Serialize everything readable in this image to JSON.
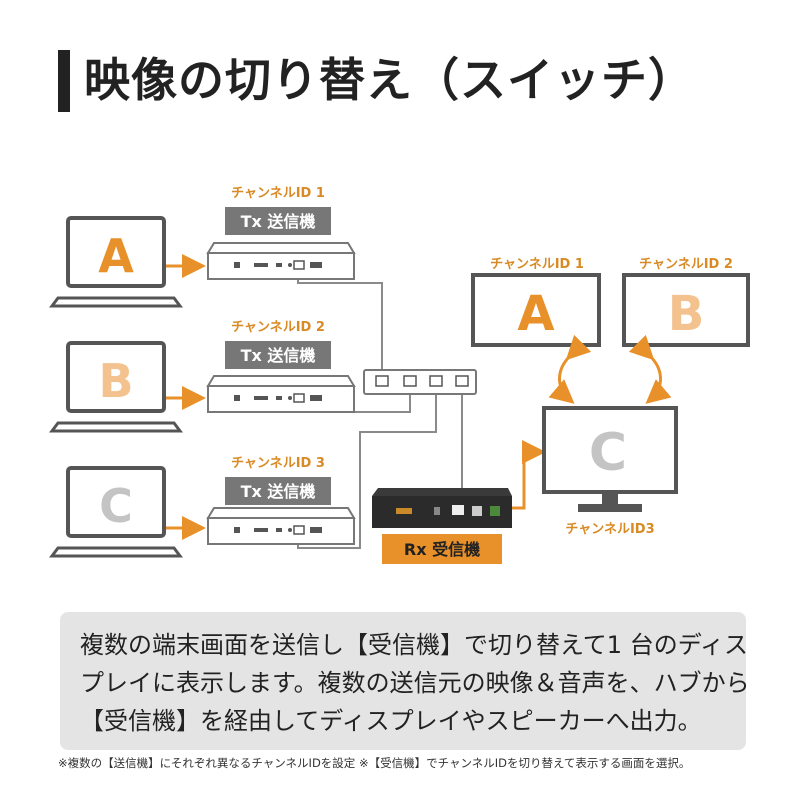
{
  "title": "映像の切り替え（スイッチ）",
  "senders": [
    {
      "channel": "チャンネルID 1",
      "device": "Tx 送信機",
      "source": "A",
      "color": "#e8902a"
    },
    {
      "channel": "チャンネルID 2",
      "device": "Tx 送信機",
      "source": "B",
      "color": "#f4c28e"
    },
    {
      "channel": "チャンネルID 3",
      "device": "Tx 送信機",
      "source": "C",
      "color": "#c4c4c4"
    }
  ],
  "receiver_label": "Rx 受信機",
  "displays": [
    {
      "channel": "チャンネルID 1",
      "letter": "A",
      "color": "#e8902a"
    },
    {
      "channel": "チャンネルID 2",
      "letter": "B",
      "color": "#f4c28e"
    }
  ],
  "main_display": {
    "channel": "チャンネルID3",
    "letter": "C",
    "color": "#c4c4c4"
  },
  "colors": {
    "accent": "#e8902a",
    "device_label_bg": "#777777",
    "text": "#222222",
    "caption_bg": "#e4e4e4"
  },
  "caption": [
    "複数の端末画面を送信し【受信機】で切り替えて1 台のディス",
    "プレイに表示します。複数の送信元の映像＆音声を、ハブから",
    "【受信機】を経由してディスプレイやスピーカーへ出力。"
  ],
  "footnote": "※複数の【送信機】にそれぞれ異なるチャンネルIDを設定 ※【受信機】でチャンネルIDを切り替えて表示する画面を選択。"
}
